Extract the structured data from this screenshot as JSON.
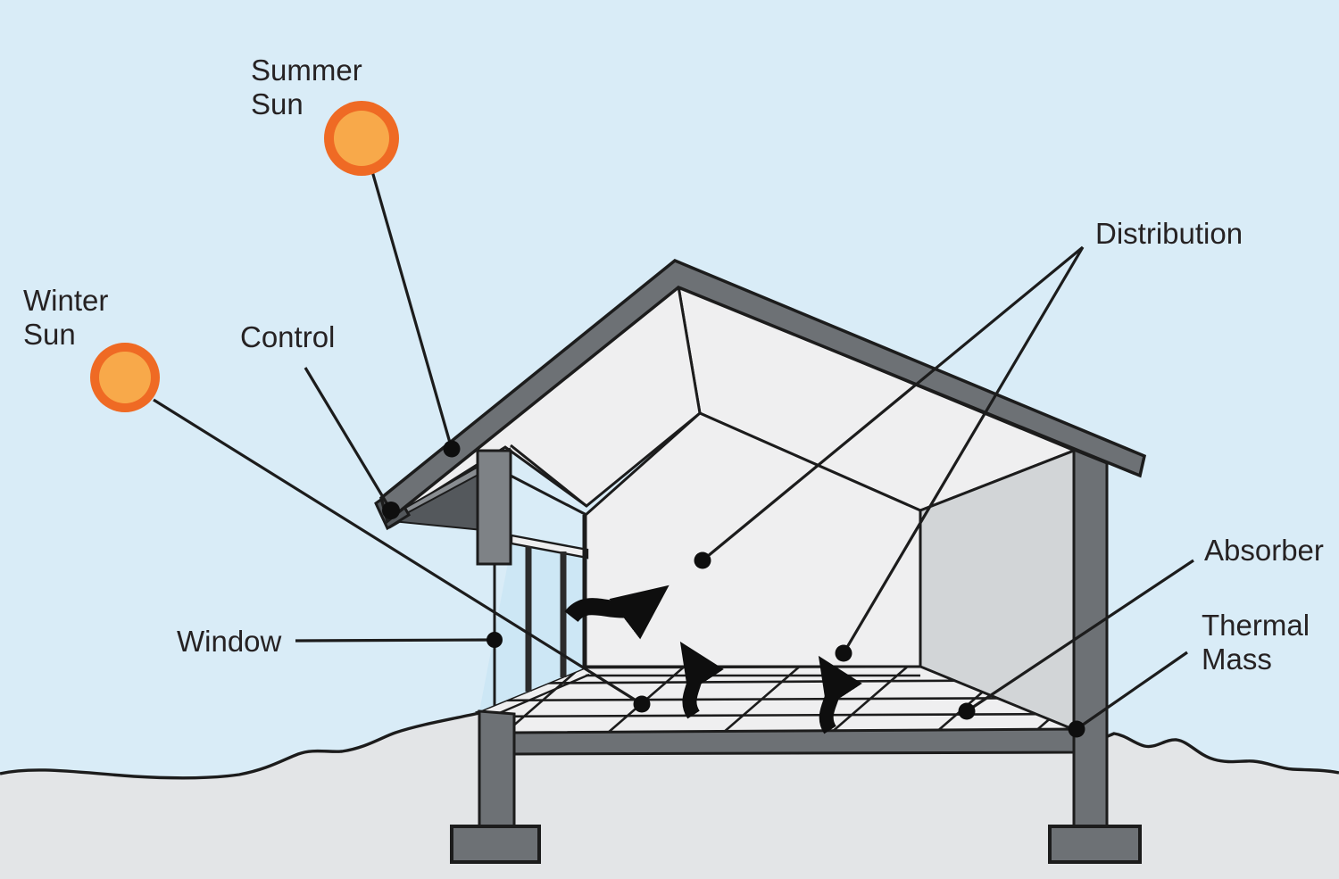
{
  "diagram": {
    "title": "passive-solar-house-cutaway-diagram",
    "labels": {
      "summer_sun": "Summer\nSun",
      "winter_sun": "Winter\nSun",
      "control": "Control",
      "window": "Window",
      "distribution": "Distribution",
      "absorber": "Absorber",
      "thermal_mass": "Thermal\nMass"
    },
    "icons": {
      "summer_sun": "sun-icon",
      "winter_sun": "sun-icon",
      "airflow_horizontal": "wavy-arrow-right-icon",
      "airflow_up_left": "wavy-arrow-up-icon",
      "airflow_up_right": "wavy-arrow-up-icon",
      "leader_endpoints": "black-dot"
    },
    "colors": {
      "sky": "#d9ecf7",
      "ground": "#e3e5e7",
      "roof_gray": "#6d7175",
      "post_light_gray": "#7e8286",
      "under_eave_dark": "#54585c",
      "soffit_gray": "#898d91",
      "interior_white": "#efeff0",
      "right_wall_gray": "#d2d5d7",
      "window_glass_blue": "#cde7f5",
      "sun_ring_orange": "#ef6a24",
      "sun_core_amber": "#f8a94a",
      "line_black": "#1c1c1c",
      "text_black": "#262223"
    }
  }
}
